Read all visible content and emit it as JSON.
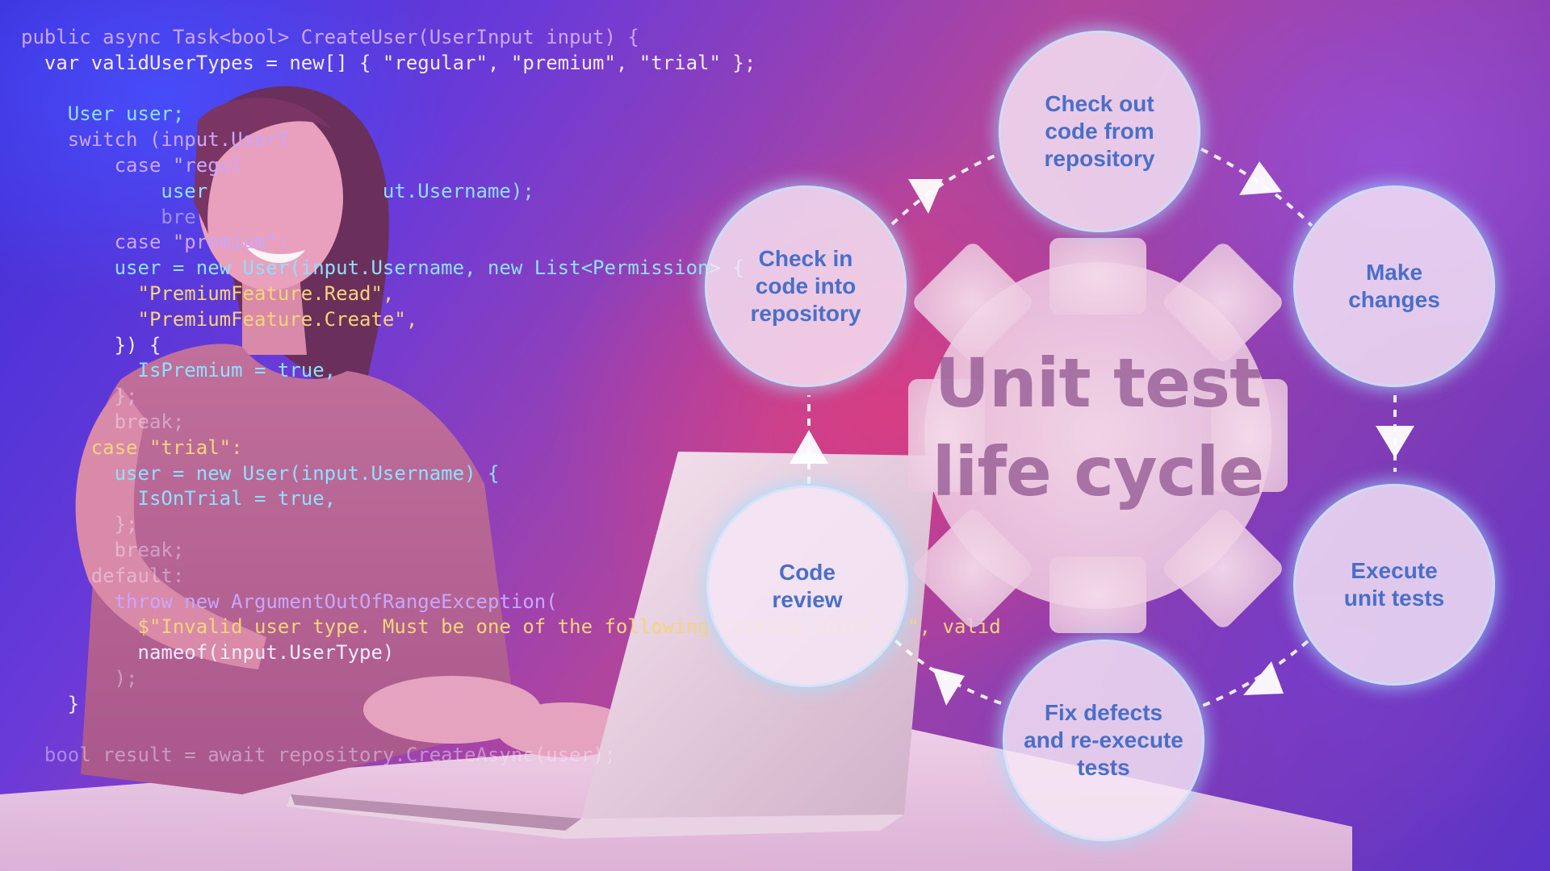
{
  "code": [
    {
      "text": "public async Task<bool> CreateUser(UserInput input) {",
      "style": "kw"
    },
    {
      "text": "  var validUserTypes = new[] { \"regular\", \"premium\", \"trial\" };",
      "style": ""
    },
    {
      "text": "",
      "style": ""
    },
    {
      "text": "    User user;",
      "style": "typ"
    },
    {
      "text": "    switch (input.UserT",
      "style": "kw"
    },
    {
      "text": "        case \"regul",
      "style": "kw"
    },
    {
      "text": "            user               ut.Username);",
      "style": "typ"
    },
    {
      "text": "            bre",
      "style": "dim"
    },
    {
      "text": "        case \"premium\":",
      "style": "kw"
    },
    {
      "text": "        user = new User(input.Username, new List<Permission> {",
      "style": "typ"
    },
    {
      "text": "          \"PremiumFeature.Read\",",
      "style": "str"
    },
    {
      "text": "          \"PremiumFeature.Create\",",
      "style": "str"
    },
    {
      "text": "        }) {",
      "style": ""
    },
    {
      "text": "          IsPremium = true,",
      "style": "typ"
    },
    {
      "text": "        };",
      "style": "dim"
    },
    {
      "text": "        break;",
      "style": "dim"
    },
    {
      "text": "      case \"trial\":",
      "style": "str"
    },
    {
      "text": "        user = new User(input.Username) {",
      "style": "typ"
    },
    {
      "text": "          IsOnTrial = true,",
      "style": "typ"
    },
    {
      "text": "        };",
      "style": "dim"
    },
    {
      "text": "        break;",
      "style": "dim"
    },
    {
      "text": "      default:",
      "style": "dim"
    },
    {
      "text": "        throw new ArgumentOutOfRangeException(",
      "style": "kw"
    },
    {
      "text": "          $\"Invalid user type. Must be one of the following {string.Join(\", \", valid",
      "style": "str"
    },
    {
      "text": "          nameof(input.UserType)",
      "style": ""
    },
    {
      "text": "        );",
      "style": "dim"
    },
    {
      "text": "    }",
      "style": ""
    },
    {
      "text": "",
      "style": ""
    },
    {
      "text": "  bool result = await repository.CreateAsync(user);",
      "style": "dim"
    }
  ],
  "diagram": {
    "title_lines": [
      "Unit test",
      "life cycle"
    ],
    "steps": [
      {
        "label": "Check out\ncode from\nrepository"
      },
      {
        "label": "Make\nchanges"
      },
      {
        "label": "Execute\nunit tests"
      },
      {
        "label": "Fix defects\nand re-execute\ntests"
      },
      {
        "label": "Code\nreview"
      },
      {
        "label": "Check in\ncode into\nrepository"
      }
    ]
  },
  "colors": {
    "node_fill": "#f6e8f6",
    "node_text": "#4a6fc8",
    "node_glow": "#a0dcff",
    "title_text": "#8c508c",
    "arrow": "#ffffff"
  }
}
